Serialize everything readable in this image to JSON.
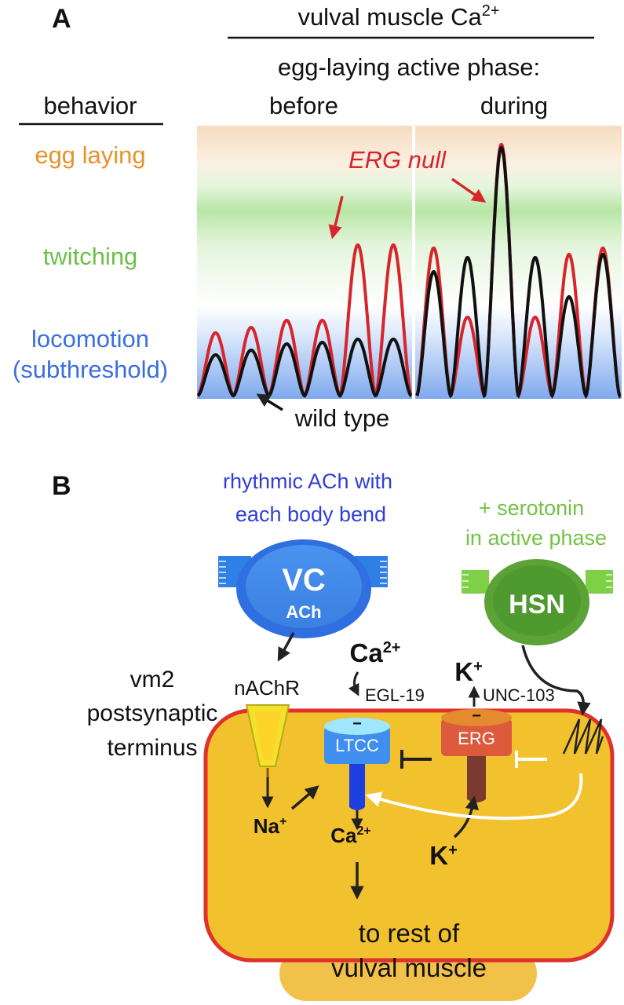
{
  "panel_a": {
    "letter": "A",
    "header_main": "vulval muscle Ca",
    "header_sup": "2+",
    "subheader": "egg-laying active phase:",
    "col_before": "before",
    "col_during": "during",
    "behavior_title": "behavior",
    "behaviors": {
      "egg": "egg laying",
      "twitch": "twitching",
      "loco1": "locomotion",
      "loco2": "(subthreshold)"
    },
    "erg_label": "ERG null",
    "wt_label": "wild type",
    "colors": {
      "egg": "#e8922a",
      "twitch": "#6cc04a",
      "loco": "#3a6fe0",
      "erg": "#d7262b",
      "wt": "#111111"
    }
  },
  "panel_b": {
    "letter": "B",
    "ach_line1": "rhythmic ACh with",
    "ach_line2": "each body bend",
    "sero_line1": "+ serotonin",
    "sero_line2": "in active phase",
    "vc_name": "VC",
    "vc_sub": "ACh",
    "hsn_name": "HSN",
    "terminal1": "vm2",
    "terminal2": "postsynaptic",
    "terminal3": "terminus",
    "nachr": "nAChR",
    "ca_top": "Ca",
    "ca_top_sup": "2+",
    "egl19": "EGL-19",
    "ltcc": "LTCC",
    "k_top": "K",
    "k_top_sup": "+",
    "unc103": "UNC-103",
    "erg": "ERG",
    "na": "Na",
    "na_sup": "+",
    "ca_bottom": "Ca",
    "ca_bottom_sup": "2+",
    "k_bottom": "K",
    "k_bottom_sup": "+",
    "minus": "−",
    "rest1": "to rest of",
    "rest2": "vulval muscle",
    "colors": {
      "ach": "#2f3fd6",
      "sero": "#72c244",
      "muscle": "#f2c12e",
      "membrane": "#e0312c"
    }
  }
}
